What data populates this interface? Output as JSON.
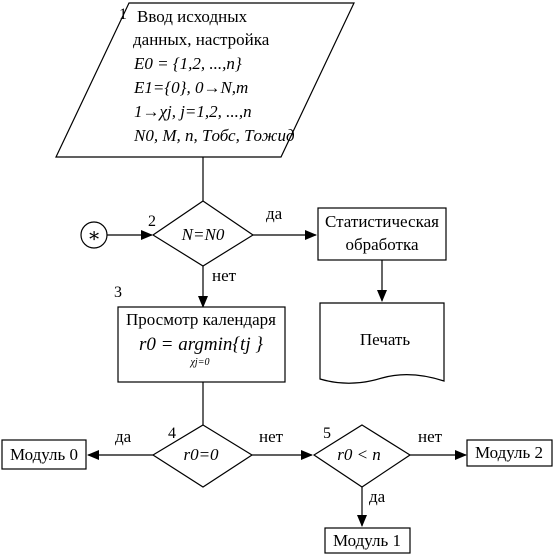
{
  "input_block": {
    "number": "1",
    "line1": "Ввод исходных",
    "line2": "данных, настройка",
    "line3": "E0 = {1,2, ...,n}",
    "line4": "E1={0}, 0→N,m",
    "line5": "1→χj, j=1,2, ...,n",
    "line6": "N0, M, n, Tобс, Tожид"
  },
  "connector": {
    "symbol": "∗"
  },
  "decision2": {
    "number": "2",
    "text": "N=N0",
    "yes": "да",
    "no": "нет"
  },
  "stat_block": {
    "line1": "Статистическая",
    "line2": "обработка"
  },
  "print_block": {
    "text": "Печать"
  },
  "process3": {
    "number": "3",
    "line1": "Просмотр календаря",
    "line2": "r0 = argmin{tj }",
    "subscript": "χj=0"
  },
  "decision4": {
    "number": "4",
    "text": "r0=0",
    "yes": "да",
    "no": "нет"
  },
  "decision5": {
    "number": "5",
    "text": "r0 < n",
    "yes": "да",
    "no": "нет"
  },
  "module0": {
    "text": "Модуль 0"
  },
  "module1": {
    "text": "Модуль 1"
  },
  "module2": {
    "text": "Модуль 2"
  }
}
